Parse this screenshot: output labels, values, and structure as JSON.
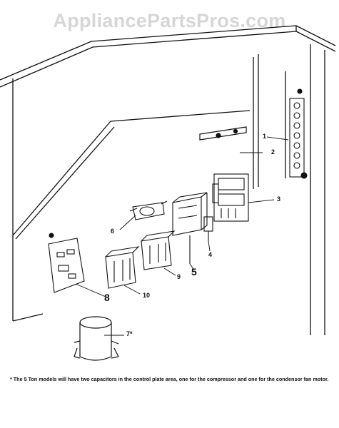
{
  "watermark": "AppliancePartsPros.com",
  "callouts": {
    "c1": "1",
    "c2": "2",
    "c3": "3",
    "c4": "4",
    "c5": "5",
    "c6": "6",
    "c7": "7*",
    "c8": "8",
    "c9": "9",
    "c10": "10"
  },
  "footnote": "* The 5 Ton models will have two capacitors in the control plate area, one for the compressor and one for the condensor fan motor."
}
